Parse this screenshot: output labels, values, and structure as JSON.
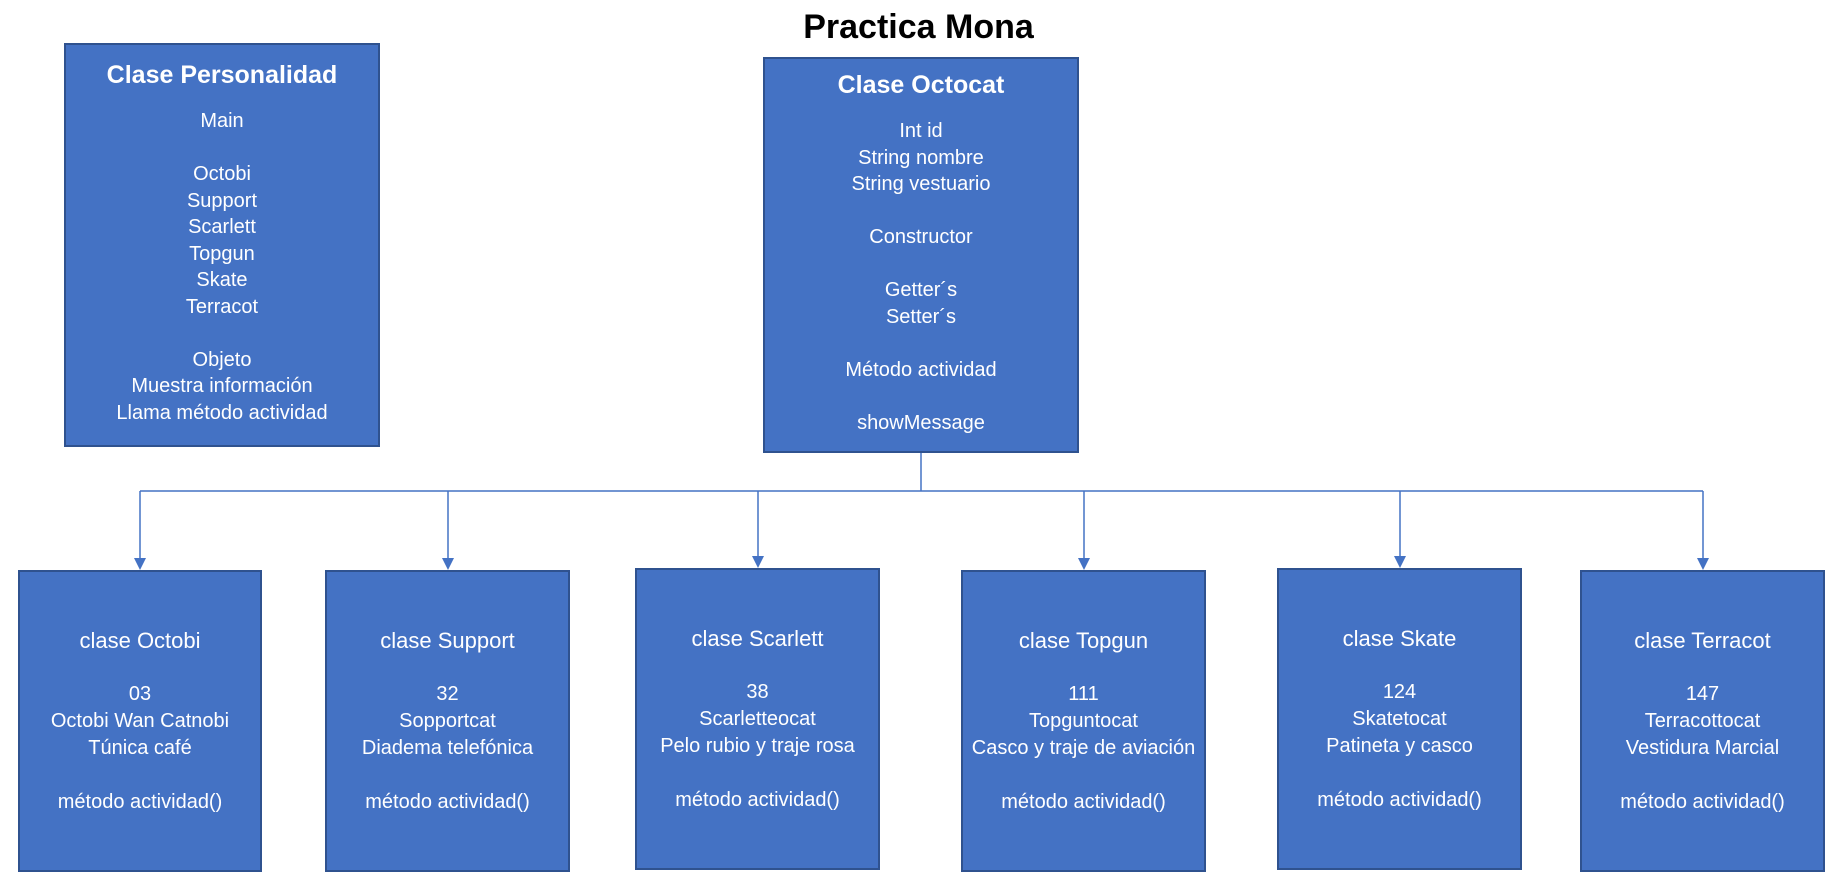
{
  "title": "Practica Mona",
  "personalidad": {
    "name": "Clase Personalidad",
    "groups": [
      [
        "Main"
      ],
      [
        "Octobi",
        "Support",
        "Scarlett",
        "Topgun",
        "Skate",
        "Terracot"
      ],
      [
        "Objeto",
        "Muestra información",
        "Llama método actividad"
      ]
    ]
  },
  "octocat": {
    "name": "Clase Octocat",
    "groups": [
      [
        "Int id",
        "String nombre",
        "String vestuario"
      ],
      [
        "Constructor"
      ],
      [
        "Getter´s",
        "Setter´s"
      ],
      [
        "Método actividad"
      ],
      [
        "showMessage"
      ]
    ]
  },
  "children": [
    {
      "name": "clase Octobi",
      "id": "03",
      "nombre": "Octobi Wan Catnobi",
      "vestuario": "Túnica café",
      "method": "método actividad()"
    },
    {
      "name": "clase Support",
      "id": "32",
      "nombre": "Sopportcat",
      "vestuario": "Diadema telefónica",
      "method": "método actividad()"
    },
    {
      "name": "clase Scarlett",
      "id": "38",
      "nombre": "Scarletteocat",
      "vestuario": "Pelo rubio y traje rosa",
      "method": "método actividad()"
    },
    {
      "name": "clase Topgun",
      "id": "111",
      "nombre": "Topguntocat",
      "vestuario": "Casco y traje de aviación",
      "method": "método actividad()"
    },
    {
      "name": "clase Skate",
      "id": "124",
      "nombre": "Skatetocat",
      "vestuario": "Patineta y casco",
      "method": "método actividad()"
    },
    {
      "name": "clase Terracot",
      "id": "147",
      "nombre": "Terracottocat",
      "vestuario": "Vestidura Marcial",
      "method": "método actividad()"
    }
  ],
  "colors": {
    "box_fill": "#4472c4",
    "box_border": "#2f528f",
    "connector": "#4472c4",
    "text_on_box": "#ffffff"
  }
}
